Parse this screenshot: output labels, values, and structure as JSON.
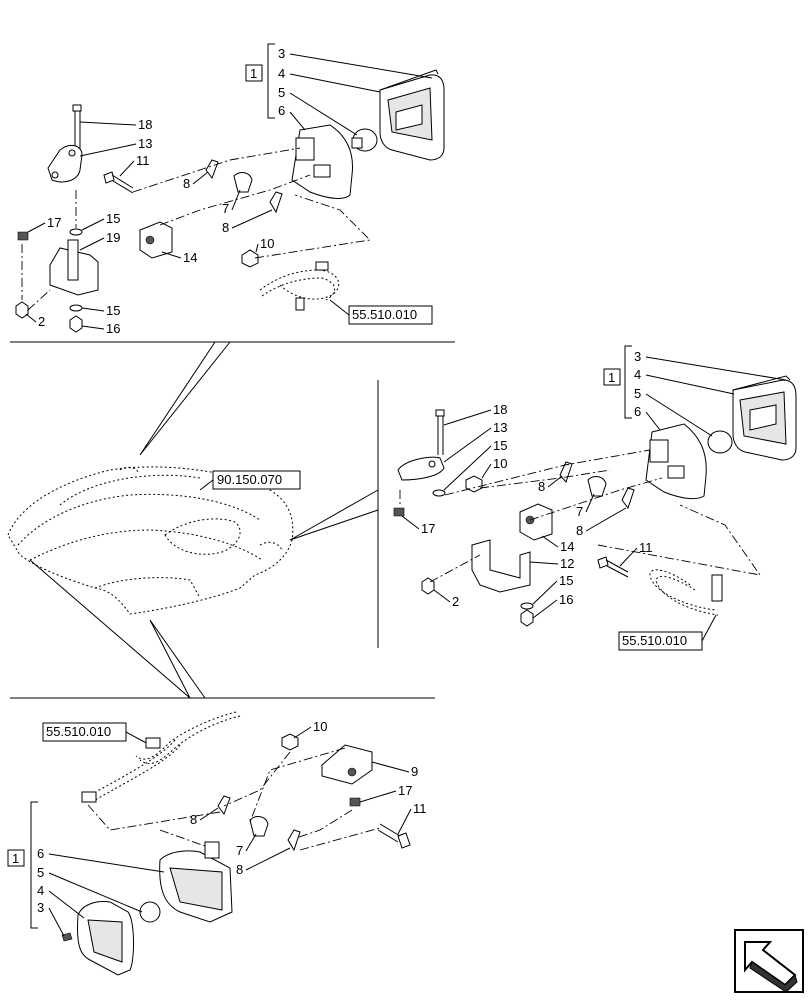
{
  "references": {
    "wiring_top": "55.510.010",
    "cab_roof": "90.150.070",
    "wiring_right": "55.510.010",
    "wiring_bottom": "55.510.010"
  },
  "kit_label": "1",
  "nav": {
    "icon": "next-page-arrow-icon"
  },
  "callouts": {
    "top": [
      "3",
      "4",
      "5",
      "6",
      "18",
      "13",
      "11",
      "8",
      "7",
      "8",
      "17",
      "15",
      "19",
      "14",
      "10",
      "2",
      "15",
      "16"
    ],
    "right": [
      "3",
      "4",
      "5",
      "6",
      "18",
      "13",
      "15",
      "10",
      "8",
      "7",
      "8",
      "17",
      "14",
      "12",
      "11",
      "2",
      "15",
      "16"
    ],
    "bottom": [
      "10",
      "9",
      "17",
      "11",
      "8",
      "7",
      "8",
      "6",
      "5",
      "4",
      "3"
    ]
  }
}
